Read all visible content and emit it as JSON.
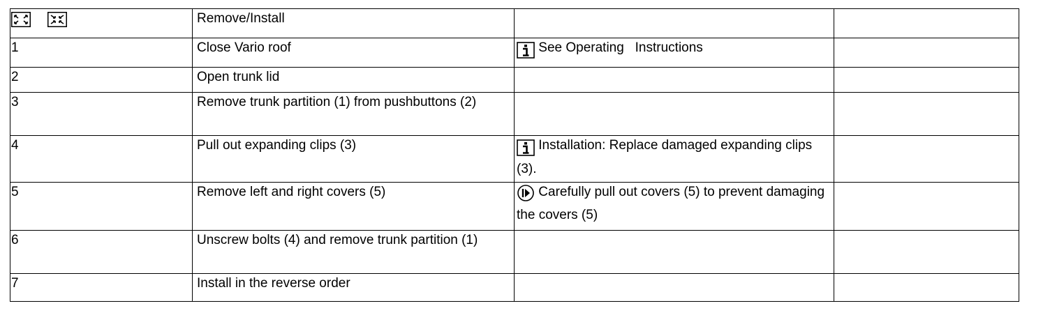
{
  "header": {
    "icons": [
      "remove-icon",
      "install-icon"
    ],
    "title": "Remove/Install"
  },
  "rows": [
    {
      "step": "1",
      "action": "Close Vario roof",
      "note_icon": "info-icon",
      "note": "See Operating   Instructions"
    },
    {
      "step": "2",
      "action": "Open trunk lid",
      "note_icon": "",
      "note": ""
    },
    {
      "step": "3",
      "action": "Remove trunk partition (1) from pushbuttons (2)",
      "note_icon": "",
      "note": ""
    },
    {
      "step": "4",
      "action": "Pull out expanding clips (3)",
      "note_icon": "info-icon",
      "note": "Installation:  Replace damaged expanding clips (3)."
    },
    {
      "step": "5",
      "action": "Remove left and right covers (5)",
      "note_icon": "caution-icon",
      "note": "Carefully pull out covers (5) to prevent damaging the covers (5)"
    },
    {
      "step": "6",
      "action": "Unscrew bolts (4) and remove trunk partition (1)",
      "note_icon": "",
      "note": ""
    },
    {
      "step": "7",
      "action": "Install in the reverse order",
      "note_icon": "",
      "note": ""
    }
  ]
}
